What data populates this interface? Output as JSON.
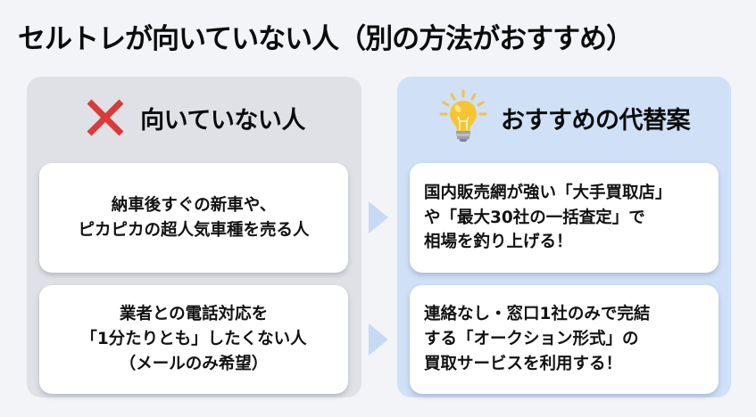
{
  "title": "セルトレが向いていない人（別の方法がおすすめ）",
  "colors": {
    "background": "#f2f4f8",
    "left_panel": "#dfe1e6",
    "right_panel": "#cfe0f7",
    "card": "#ffffff",
    "x_icon": "#d93a3a",
    "bulb": "#f7c531",
    "arrow": "#c6daf5"
  },
  "left_panel": {
    "icon": "cross-mark-icon",
    "heading": "向いていない人",
    "cards": [
      {
        "lines": [
          "納車後すぐの新車や、",
          "ピカピカの超人気車種を売る人"
        ]
      },
      {
        "lines": [
          "業者との電話対応を",
          "「1分たりとも」したくない人",
          "（メールのみ希望）"
        ]
      }
    ]
  },
  "right_panel": {
    "icon": "lightbulb-icon",
    "heading": "おすすめの代替案",
    "cards": [
      {
        "lines": [
          "国内販売網が強い「大手買取店」",
          "や「最大30社の一括査定」で",
          "相場を釣り上げる！"
        ]
      },
      {
        "lines": [
          "連絡なし・窓口1社のみで完結",
          "する「オークション形式」の",
          "買取サービスを利用する！"
        ]
      }
    ]
  },
  "arrows": [
    "right-arrow",
    "right-arrow"
  ]
}
